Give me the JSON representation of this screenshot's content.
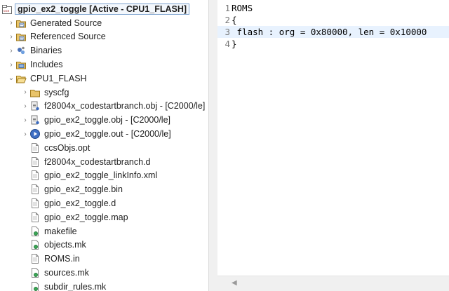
{
  "explorer": {
    "items": [
      {
        "label": "gpio_ex2_toggle  [Active - CPU1_FLASH]",
        "icon": "ccs-project-icon",
        "arrow": "",
        "indent": 0,
        "root": true
      },
      {
        "label": "Generated Source",
        "icon": "source-folder-icon",
        "arrow": "›",
        "indent": 1
      },
      {
        "label": "Referenced Source",
        "icon": "source-folder-icon",
        "arrow": "›",
        "indent": 1
      },
      {
        "label": "Binaries",
        "icon": "binaries-icon",
        "arrow": "›",
        "indent": 1
      },
      {
        "label": "Includes",
        "icon": "includes-icon",
        "arrow": "›",
        "indent": 1
      },
      {
        "label": "CPU1_FLASH",
        "icon": "folder-open-icon",
        "arrow": "⌄",
        "indent": 1
      },
      {
        "label": "syscfg",
        "icon": "folder-icon",
        "arrow": "›",
        "indent": 2
      },
      {
        "label": "f28004x_codestartbranch.obj - [C2000/le]",
        "icon": "object-file-icon",
        "arrow": "›",
        "indent": 2
      },
      {
        "label": "gpio_ex2_toggle.obj - [C2000/le]",
        "icon": "object-file-icon",
        "arrow": "›",
        "indent": 2
      },
      {
        "label": "gpio_ex2_toggle.out - [C2000/le]",
        "icon": "executable-icon",
        "arrow": "›",
        "indent": 2
      },
      {
        "label": "ccsObjs.opt",
        "icon": "file-icon",
        "arrow": "",
        "indent": 2
      },
      {
        "label": "f28004x_codestartbranch.d",
        "icon": "file-icon",
        "arrow": "",
        "indent": 2
      },
      {
        "label": "gpio_ex2_toggle_linkInfo.xml",
        "icon": "file-icon",
        "arrow": "",
        "indent": 2
      },
      {
        "label": "gpio_ex2_toggle.bin",
        "icon": "file-icon",
        "arrow": "",
        "indent": 2
      },
      {
        "label": "gpio_ex2_toggle.d",
        "icon": "file-icon",
        "arrow": "",
        "indent": 2
      },
      {
        "label": "gpio_ex2_toggle.map",
        "icon": "file-icon",
        "arrow": "",
        "indent": 2
      },
      {
        "label": "makefile",
        "icon": "makefile-icon",
        "arrow": "",
        "indent": 2
      },
      {
        "label": "objects.mk",
        "icon": "makefile-icon",
        "arrow": "",
        "indent": 2
      },
      {
        "label": "ROMS.in",
        "icon": "file-icon",
        "arrow": "",
        "indent": 2
      },
      {
        "label": "sources.mk",
        "icon": "makefile-icon",
        "arrow": "",
        "indent": 2
      },
      {
        "label": "subdir_rules.mk",
        "icon": "makefile-icon",
        "arrow": "",
        "indent": 2
      }
    ]
  },
  "editor": {
    "lines": [
      {
        "num": "1",
        "text": "ROMS"
      },
      {
        "num": "2",
        "text": "{"
      },
      {
        "num": "3",
        "text": " flash : org = 0x80000, len = 0x10000"
      },
      {
        "num": "4",
        "text": "}"
      }
    ],
    "current_line": 3
  },
  "scrollbar": {
    "left_arrow": "◀"
  }
}
